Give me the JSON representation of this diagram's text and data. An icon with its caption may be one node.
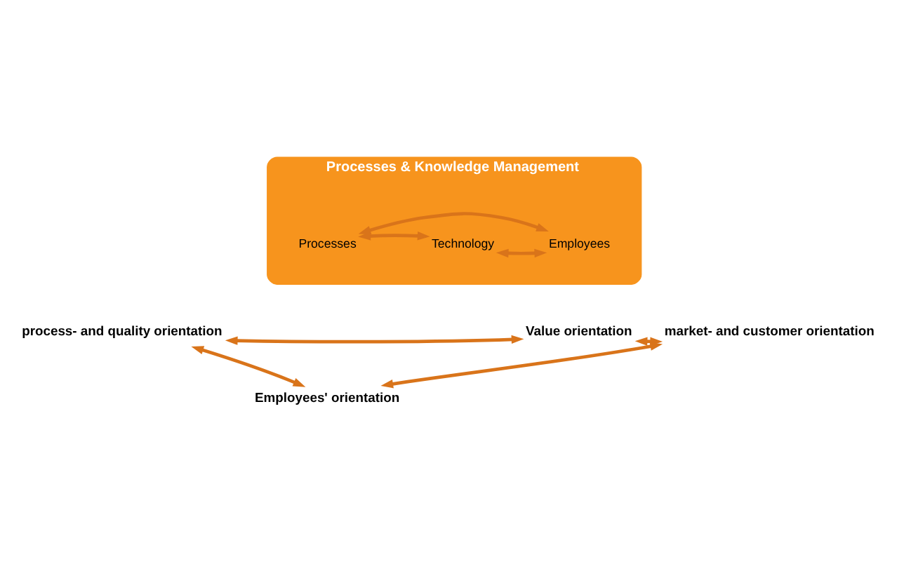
{
  "diagram": {
    "nodes": [
      {
        "text": [
          "Processes & Knowledge Management"
        ]
      },
      {
        "text": [
          "Technology"
        ],
        "in": 0
      },
      {
        "text": [
          "Processes"
        ],
        "in": 0
      },
      {
        "text": [
          "Employees"
        ],
        "in": 0
      },
      {
        "text": [
          "Value orientation"
        ]
      },
      {
        "text": [
          "market- and customer orientation"
        ]
      },
      {
        "text": [
          "Employees' orientation"
        ]
      },
      {
        "text": [
          "process- and quality orientation"
        ]
      }
    ],
    "edges": [
      {
        "from": 1,
        "to": 2,
        "arrow": "both"
      },
      {
        "from": 1,
        "to": 3,
        "arrow": "both"
      },
      {
        "from": 2,
        "to": 3,
        "arrow": "both"
      },
      {
        "from": 7,
        "to": 4,
        "arrow": "both"
      },
      {
        "from": 4,
        "to": 5,
        "arrow": "both"
      },
      {
        "from": 5,
        "to": 6,
        "arrow": "both"
      },
      {
        "from": 6,
        "to": 7,
        "arrow": "both"
      }
    ]
  }
}
